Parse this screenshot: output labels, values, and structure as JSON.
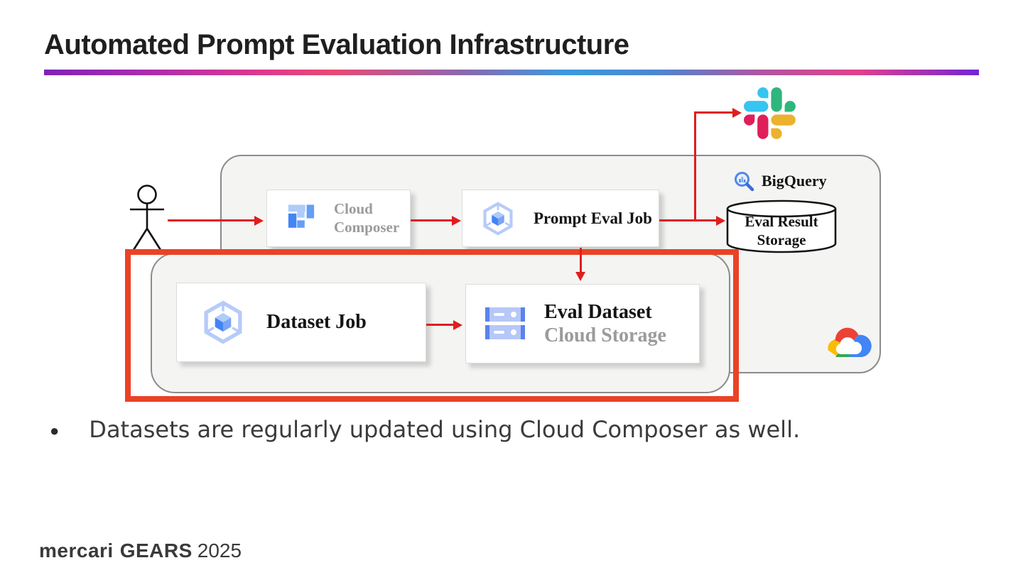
{
  "slide": {
    "title": "Automated Prompt Evaluation Infrastructure",
    "bullet": "Datasets are regularly updated using Cloud Composer as well.",
    "bullet_marker": "●",
    "footer": {
      "brand": "mercari",
      "brand2": "GEARS",
      "year": "2025"
    }
  },
  "diagram": {
    "nodes": {
      "cloud_composer": {
        "line1": "Cloud",
        "line2": "Composer"
      },
      "prompt_eval_job": {
        "label": "Prompt Eval Job"
      },
      "dataset_job": {
        "label": "Dataset Job"
      },
      "eval_dataset": {
        "label": "Eval Dataset",
        "sublabel": "Cloud Storage"
      },
      "bigquery": {
        "label": "BigQuery"
      },
      "eval_result_storage": {
        "line1": "Eval Result",
        "line2": "Storage"
      }
    },
    "icons": [
      "user-actor-icon",
      "cloud-composer-icon",
      "gke-job-icon",
      "cloud-storage-icon",
      "bigquery-icon",
      "slack-icon",
      "google-cloud-icon"
    ],
    "colors": {
      "highlight_red": "#ea4226",
      "arrow_red": "#e11d1d",
      "container_fill": "#f4f4f2",
      "container_border": "#8b8b8b",
      "google_blue": "#4285f4",
      "google_red": "#ea4335",
      "google_yellow": "#fbbc05",
      "google_green": "#34a853",
      "slack_blue": "#36c5f0",
      "slack_green": "#2eb67d",
      "slack_red": "#e01e5a",
      "slack_yellow": "#ecb22e"
    }
  }
}
